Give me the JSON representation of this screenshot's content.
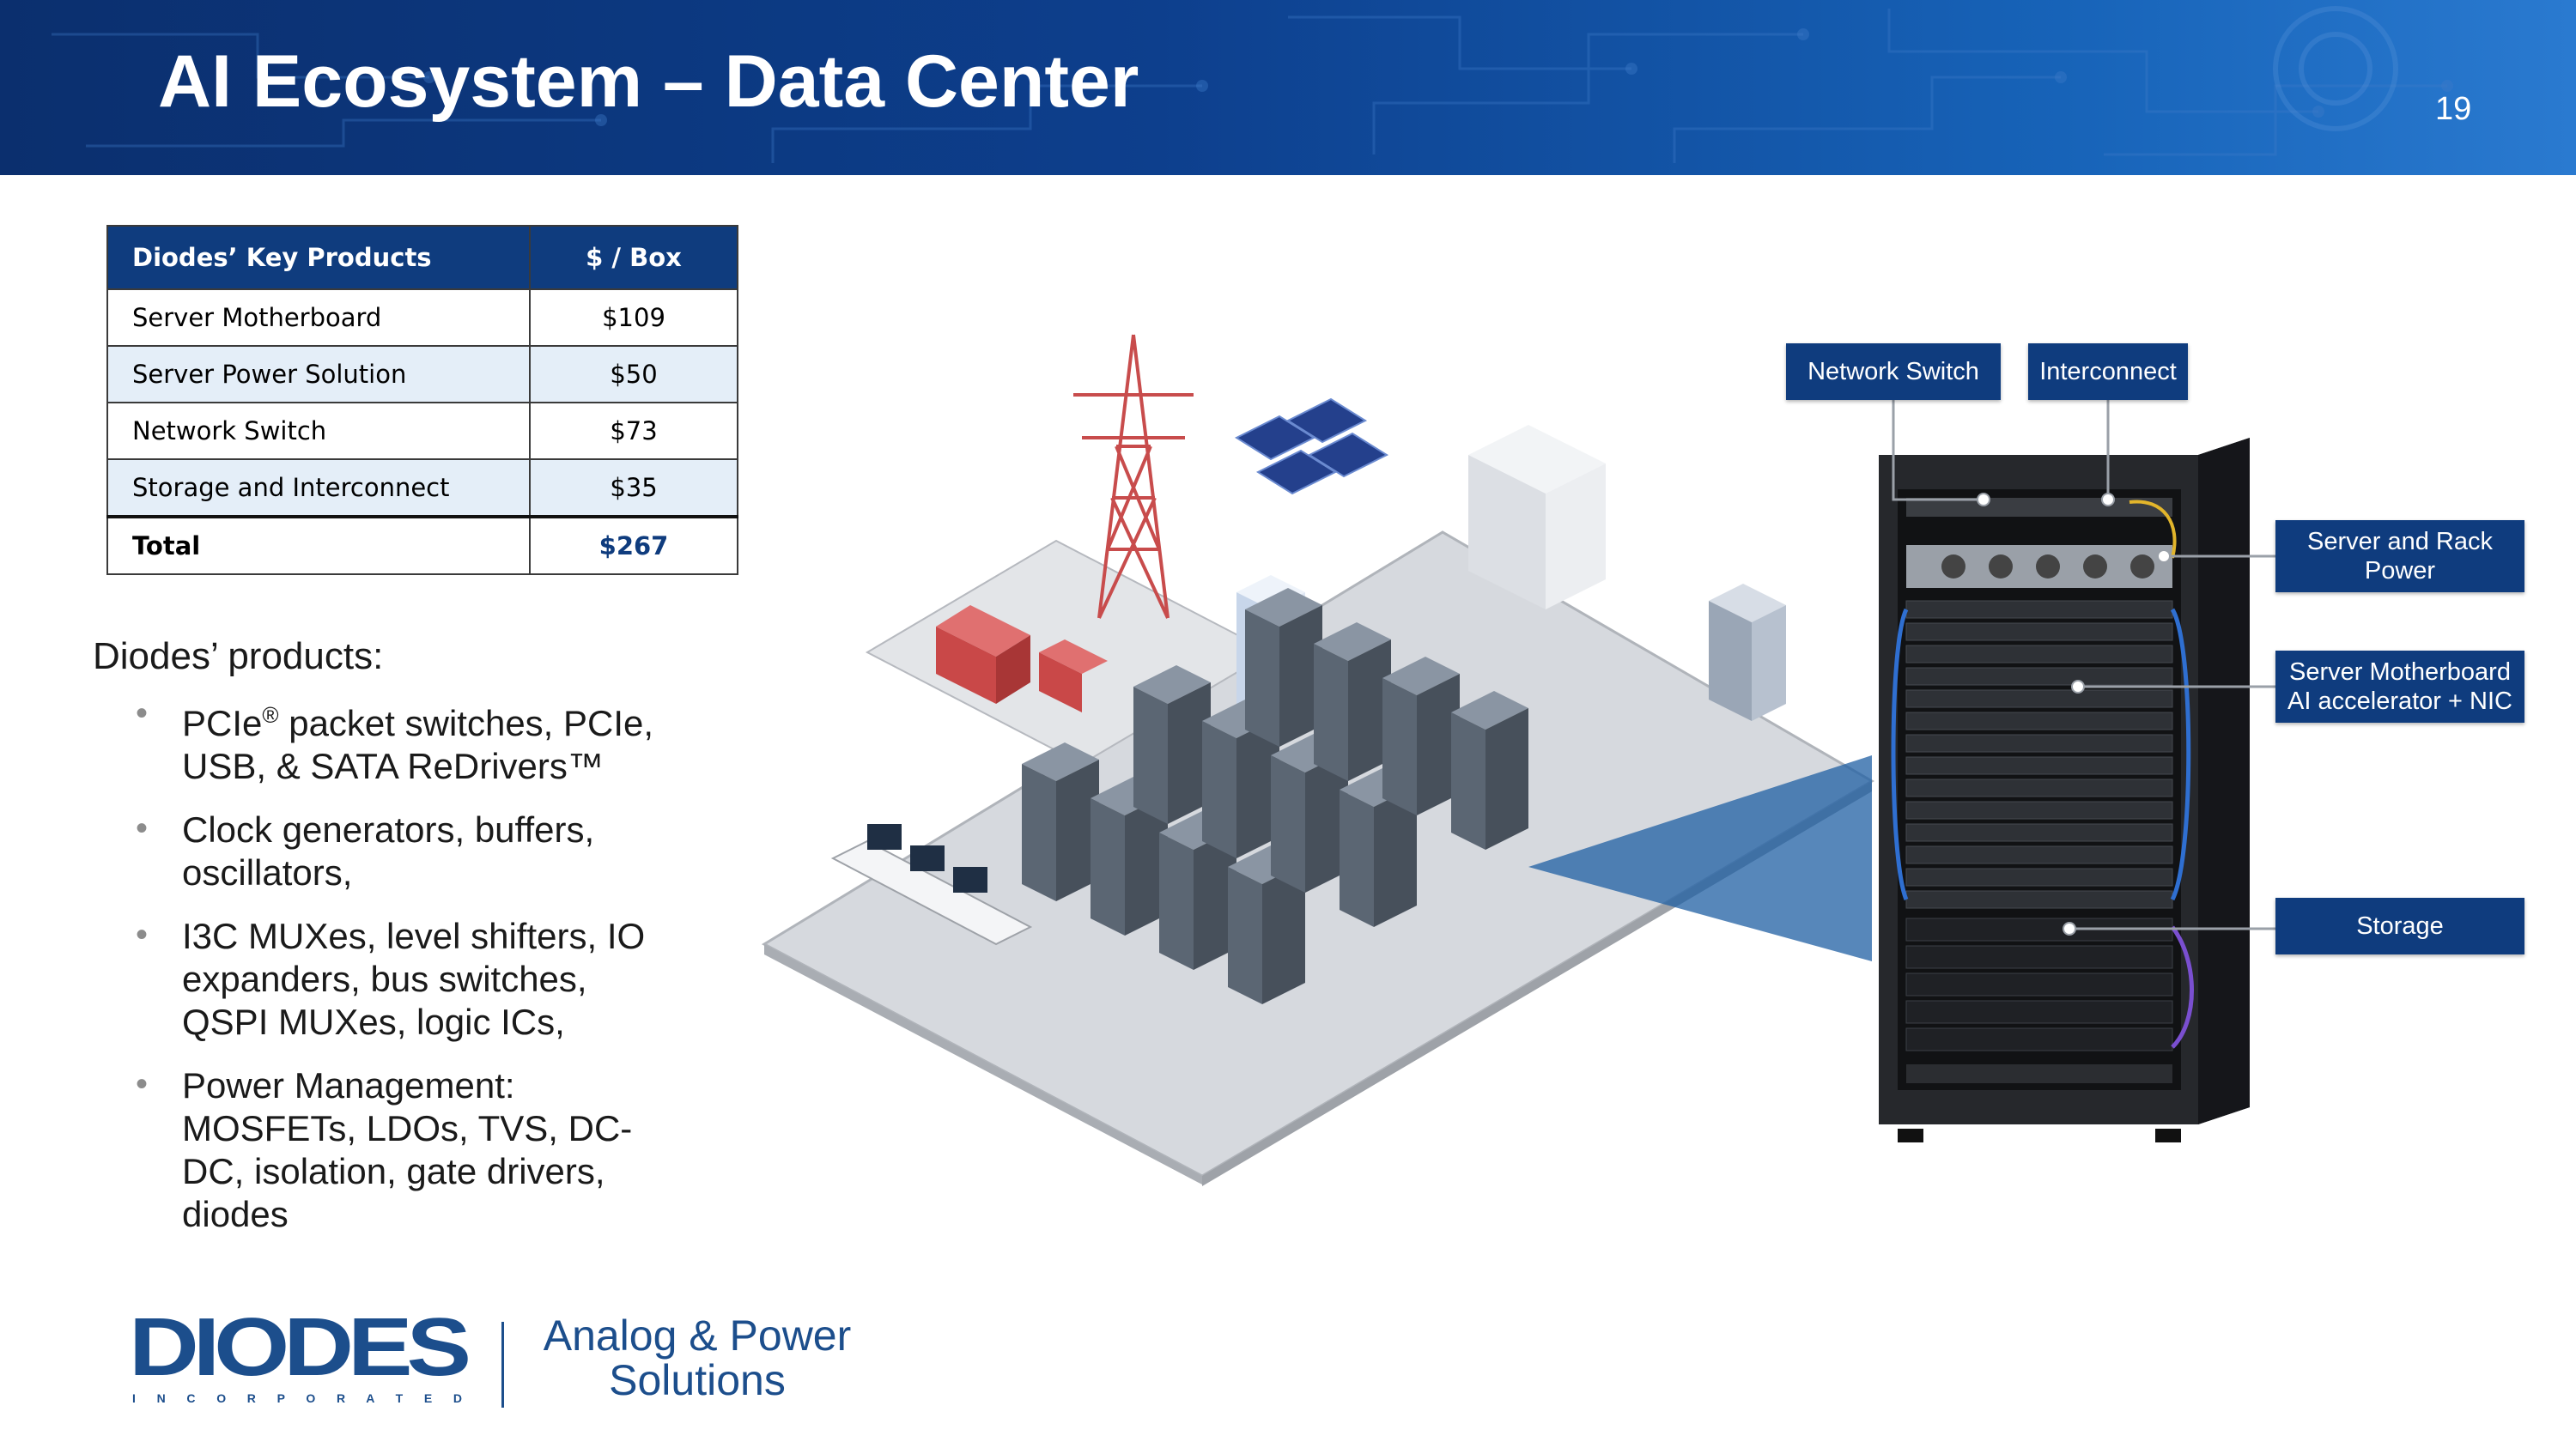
{
  "header": {
    "title": "AI Ecosystem – Data Center",
    "page_number": "19"
  },
  "table": {
    "headers": [
      "Diodes’ Key Products",
      "$ / Box"
    ],
    "rows": [
      {
        "product": "Server Motherboard",
        "price": "$109"
      },
      {
        "product": "Server Power Solution",
        "price": "$50"
      },
      {
        "product": "Network Switch",
        "price": "$73"
      },
      {
        "product": "Storage and Interconnect",
        "price": "$35"
      }
    ],
    "total": {
      "label": "Total",
      "price": "$267"
    }
  },
  "products": {
    "heading": "Diodes’ products:",
    "bullets": [
      {
        "pre": "PCIe",
        "sup": "®",
        "post": " packet switches, PCIe, USB, & SATA ReDrivers™"
      },
      {
        "pre": "Clock generators, buffers, oscillators,",
        "sup": "",
        "post": ""
      },
      {
        "pre": "I3C MUXes, level shifters, IO expanders, bus switches, QSPI MUXes, logic ICs,",
        "sup": "",
        "post": ""
      },
      {
        "pre": "Power Management: MOSFETs, LDOs, TVS, DC-DC, isolation, gate drivers, diodes",
        "sup": "",
        "post": ""
      }
    ]
  },
  "callouts": {
    "network_switch": "Network Switch",
    "interconnect": "Interconnect",
    "server_rack_power_1": "Server and Rack",
    "server_rack_power_2": "Power",
    "server_motherboard_1": "Server Motherboard",
    "server_motherboard_2": "AI accelerator + NIC",
    "storage": "Storage"
  },
  "footer": {
    "logo_text": "DIODES",
    "logo_subtext": "I N C O R P O R A T E D",
    "tagline_line1": "Analog & Power",
    "tagline_line2": "Solutions"
  },
  "colors": {
    "brand_blue": "#0f3c7e",
    "accent_blue": "#1c4e8c",
    "table_alt_row": "#e4eef8"
  }
}
